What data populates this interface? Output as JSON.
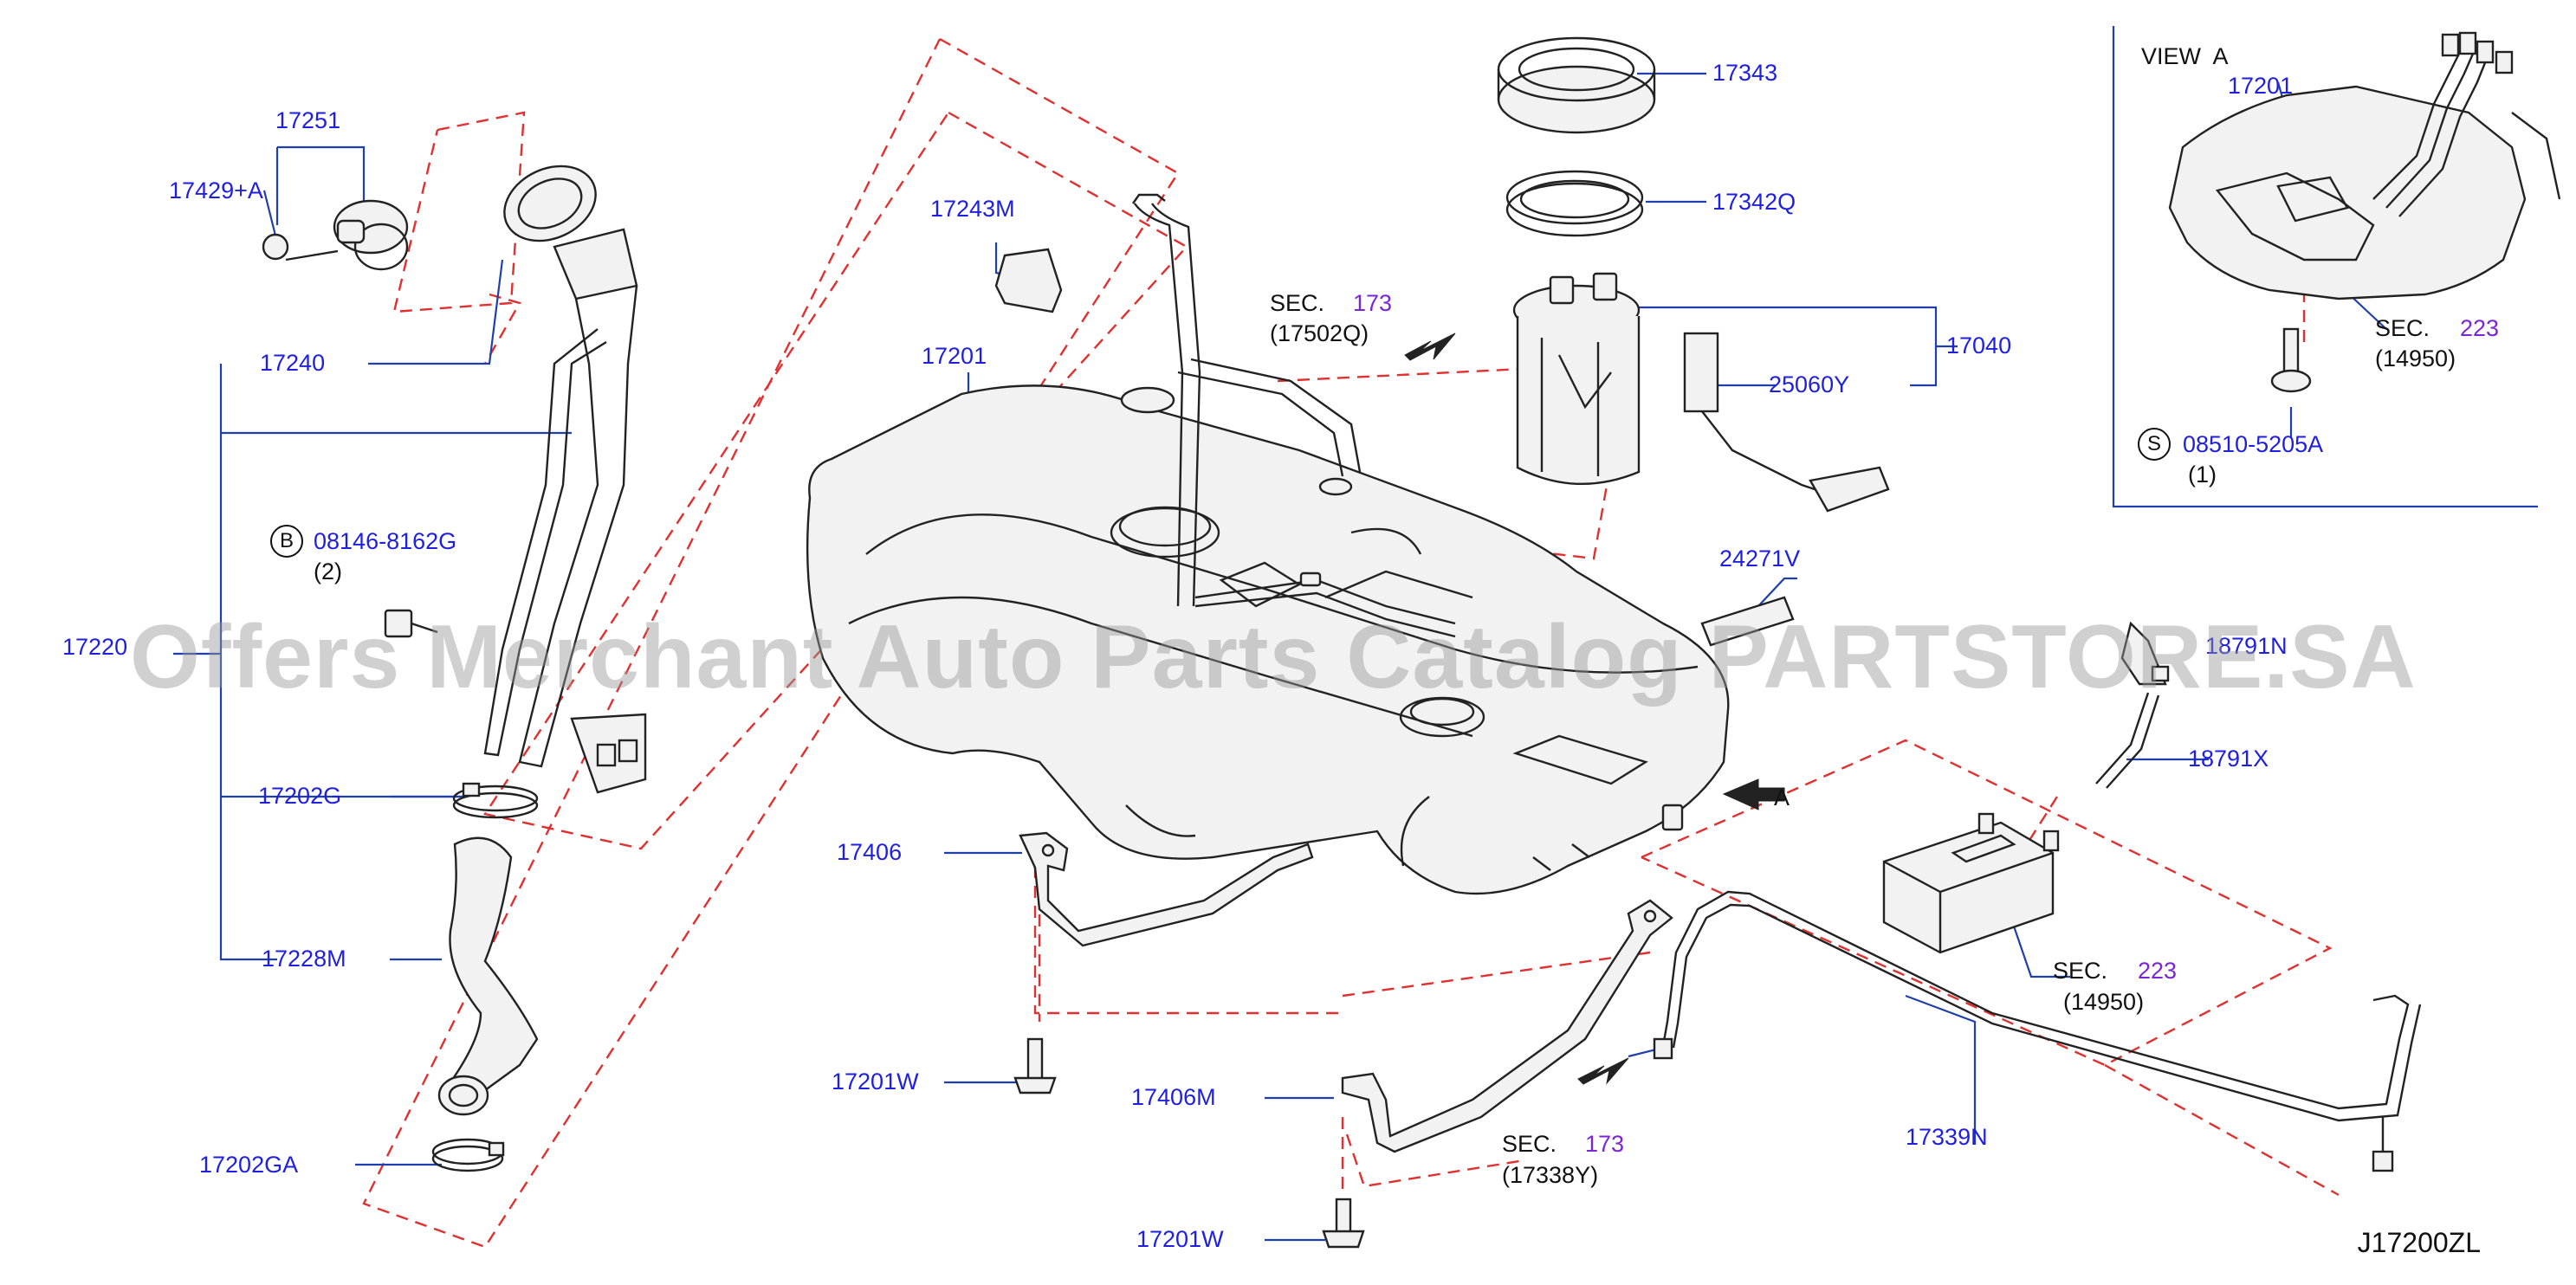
{
  "diagram": {
    "id": "J17200ZL",
    "watermark": "Offers Merchant Auto Parts Catalog PARTSTORE.SA",
    "view_title": "VIEW  A",
    "direction_marker": "A",
    "callouts": {
      "p17251": "17251",
      "p17429": "17429+A",
      "p17240": "17240",
      "p08146": "08146-8162G",
      "p08146_qty": "(2)",
      "p17220": "17220",
      "p17202G": "17202G",
      "p17228M": "17228M",
      "p17202GA": "17202GA",
      "p17243M": "17243M",
      "p17201": "17201",
      "p17406": "17406",
      "p17201W_a": "17201W",
      "p17406M": "17406M",
      "p17201W_b": "17201W",
      "p17343": "17343",
      "p17342Q": "17342Q",
      "p17040": "17040",
      "p25060Y": "25060Y",
      "p24271V": "24271V",
      "p18791N": "18791N",
      "p18791X": "18791X",
      "p17339N": "17339N",
      "view_17201": "17201",
      "p08510": "08510-5205A",
      "p08510_qty": "(1)"
    },
    "section_refs": {
      "sec173a_prefix": "SEC.",
      "sec173a_num": "173",
      "sec173a_sub": "(17502Q)",
      "sec173b_prefix": "SEC.",
      "sec173b_num": "173",
      "sec173b_sub": "(17338Y)",
      "sec223a_prefix": "SEC.",
      "sec223a_num": "223",
      "sec223a_sub": "(14950)",
      "sec223b_prefix": "SEC.",
      "sec223b_num": "223",
      "sec223b_sub": "(14950)"
    },
    "symbols": {
      "bolt_b": "B",
      "screw_s": "S"
    },
    "colors": {
      "callout_text": "#1f1fe0",
      "section_number": "#7a26d8",
      "leader_line": "#1f3fae",
      "phantom_line": "#e03030",
      "part_line": "#222222"
    }
  }
}
